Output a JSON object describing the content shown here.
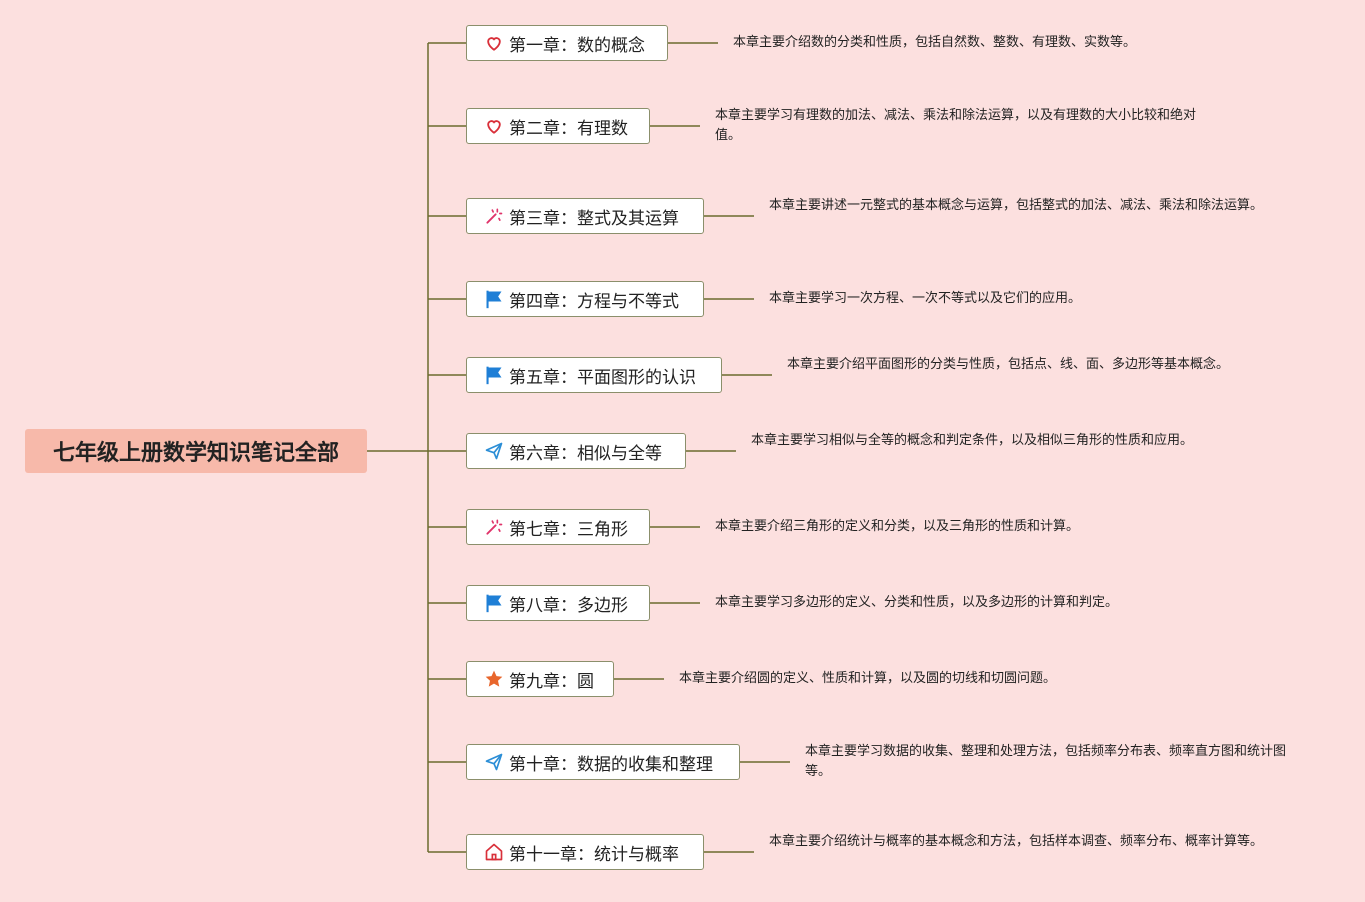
{
  "root": {
    "title": "七年级上册数学知识笔记全部"
  },
  "chapters": [
    {
      "label": "第一章：数的概念",
      "icon": "heart-icon",
      "desc": "本章主要介绍数的分类和性质，包括自然数、整数、有理数、实数等。"
    },
    {
      "label": "第二章：有理数",
      "icon": "heart-icon",
      "desc": "本章主要学习有理数的加法、减法、乘法和除法运算，以及有理数的大小比较和绝对值。"
    },
    {
      "label": "第三章：整式及其运算",
      "icon": "sparkle-icon",
      "desc": "本章主要讲述一元整式的基本概念与运算，包括整式的加法、减法、乘法和除法运算。"
    },
    {
      "label": "第四章：方程与不等式",
      "icon": "flag-icon",
      "desc": "本章主要学习一次方程、一次不等式以及它们的应用。"
    },
    {
      "label": "第五章：平面图形的认识",
      "icon": "flag-icon",
      "desc": "本章主要介绍平面图形的分类与性质，包括点、线、面、多边形等基本概念。"
    },
    {
      "label": "第六章：相似与全等",
      "icon": "paper-plane-icon",
      "desc": "本章主要学习相似与全等的概念和判定条件，以及相似三角形的性质和应用。"
    },
    {
      "label": "第七章：三角形",
      "icon": "sparkle-icon",
      "desc": "本章主要介绍三角形的定义和分类，以及三角形的性质和计算。"
    },
    {
      "label": "第八章：多边形",
      "icon": "flag-icon",
      "desc": "本章主要学习多边形的定义、分类和性质，以及多边形的计算和判定。"
    },
    {
      "label": "第九章：圆",
      "icon": "star-icon",
      "desc": "本章主要介绍圆的定义、性质和计算，以及圆的切线和切圆问题。"
    },
    {
      "label": "第十章：数据的收集和整理",
      "icon": "paper-plane-icon",
      "desc": "本章主要学习数据的收集、整理和处理方法，包括频率分布表、频率直方图和统计图等。"
    },
    {
      "label": "第十一章：统计与概率",
      "icon": "home-icon",
      "desc": "本章主要介绍统计与概率的基本概念和方法，包括样本调查、频率分布、概率计算等。"
    }
  ],
  "colors": {
    "background": "#fce0df",
    "root": "#f7b9aa",
    "line": "#6b6b2f"
  }
}
